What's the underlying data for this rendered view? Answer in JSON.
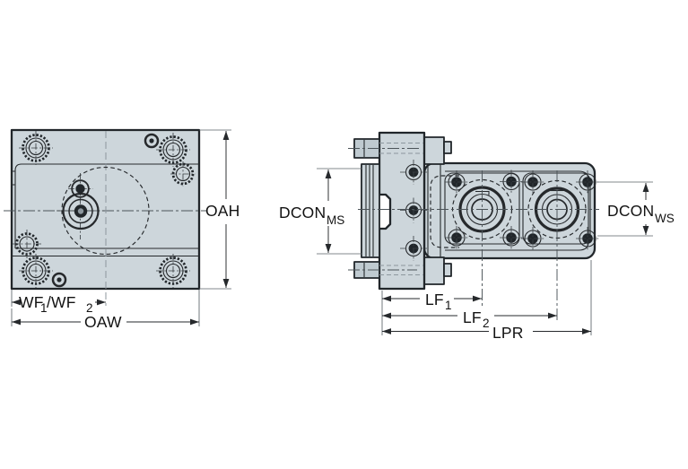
{
  "meta": {
    "description": "Engineering dimension drawing with two views of a machine clamping unit"
  },
  "colors": {
    "background": "#ffffff",
    "part_fill": "#cdd6db",
    "part_fill_shade": "#bfcad0",
    "outline": "#21262a",
    "line": "#26292c",
    "centerline_gray": "#8d979e",
    "ext_line": "#5a6268",
    "text": "#121212"
  },
  "front_view": {
    "dimensions": {
      "oah": "OAH",
      "oaw": "OAW",
      "wf": {
        "base1": "WF",
        "sub1": "1",
        "base2": "/WF",
        "sub2": "2"
      }
    }
  },
  "side_view": {
    "dimensions": {
      "dcon_ms": {
        "base": "DCON",
        "sub": "MS"
      },
      "dcon_ws": {
        "base": "DCON",
        "sub": "WS"
      },
      "lf1": {
        "base": "LF",
        "sub": "1"
      },
      "lf2": {
        "base": "LF",
        "sub": "2"
      },
      "lpr": "LPR"
    }
  }
}
